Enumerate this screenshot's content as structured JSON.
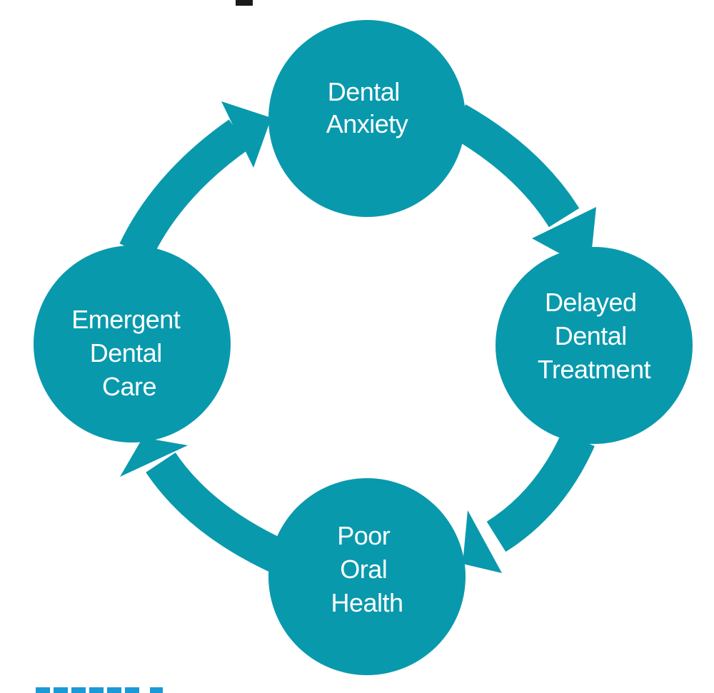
{
  "colors": {
    "accent": "#0999ad",
    "label_text": "#ffffff",
    "background": "#ffffff"
  },
  "nodes": [
    {
      "lines": [
        "Dental",
        "Anxiety"
      ]
    },
    {
      "lines": [
        "Delayed",
        "Dental",
        "Treatment"
      ]
    },
    {
      "lines": [
        "Poor",
        "Oral",
        "Health"
      ]
    },
    {
      "lines": [
        "Emergent",
        "Dental",
        "Care"
      ]
    }
  ]
}
